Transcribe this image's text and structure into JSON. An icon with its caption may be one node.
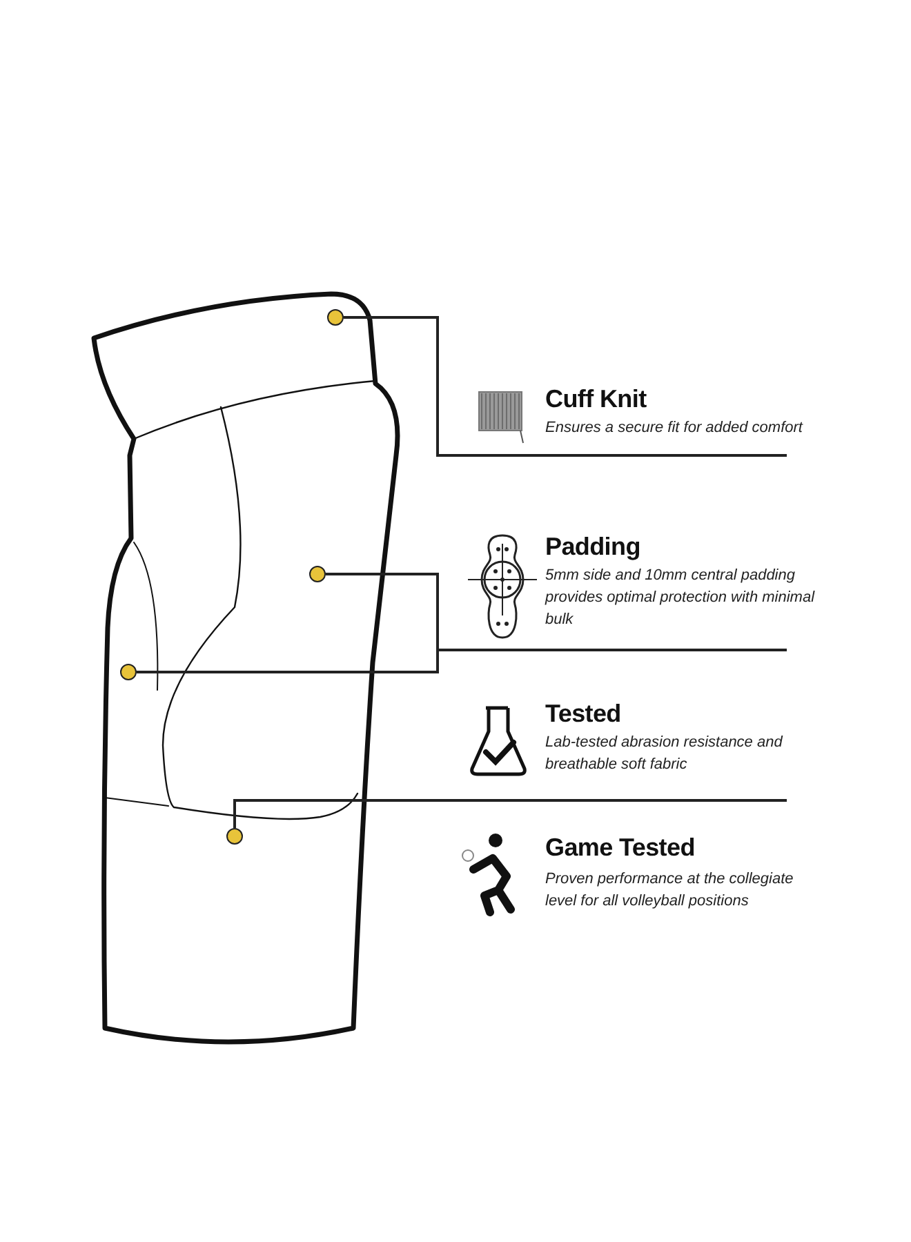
{
  "diagram": {
    "nodes": [
      {
        "text": [
          "Cuff Knit",
          "Ensures a secure fit for added comfort"
        ]
      },
      {
        "text": [
          "Padding",
          "5mm side and 10mm central padding provides optimal protection with minimal bulk"
        ]
      },
      {
        "text": [
          "Tested",
          "Lab-tested abrasion resistance and breathable soft fabric"
        ]
      },
      {
        "text": [],
        "shape": "circle"
      },
      {
        "text": [],
        "shape": "circle"
      },
      {
        "text": [],
        "shape": "circle"
      },
      {
        "text": [],
        "shape": "circle"
      }
    ],
    "edges": [
      {
        "from": 0,
        "to": 3,
        "arrow": "none"
      },
      {
        "from": 1,
        "to": 4,
        "arrow": "none"
      },
      {
        "from": 1,
        "to": 5,
        "arrow": "none"
      },
      {
        "from": 2,
        "to": 6,
        "arrow": "none"
      }
    ],
    "labels": [
      "Game Tested",
      "Proven performance at the collegiate level for all volleyball positions"
    ]
  }
}
